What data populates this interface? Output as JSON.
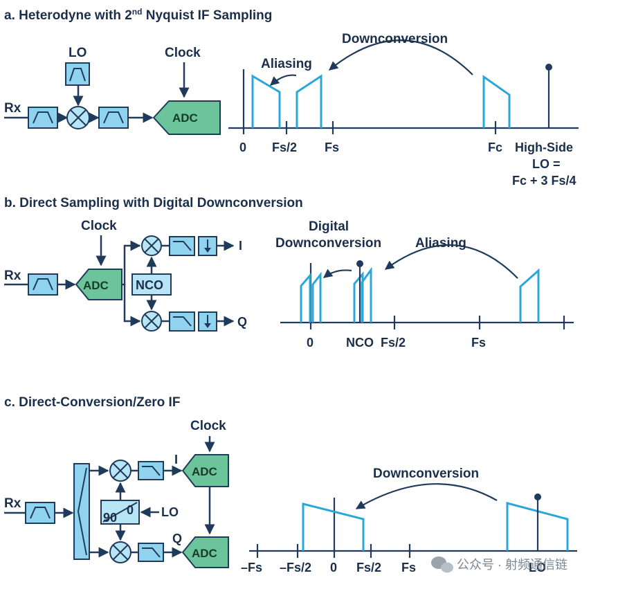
{
  "panel_a": {
    "title": "a. Heterodyne with 2",
    "title_sup": "nd",
    "title_rest": " Nyquist IF Sampling",
    "rx": "Rx",
    "lo": "LO",
    "clock": "Clock",
    "adc": "ADC",
    "downconversion": "Downconversion",
    "aliasing": "Aliasing",
    "tick_0": "0",
    "tick_fs2": "Fs/2",
    "tick_fs": "Fs",
    "tick_fc": "Fc",
    "hs_line1": "High-Side",
    "hs_line2": "LO =",
    "hs_line3": "Fc + 3 Fs/4"
  },
  "panel_b": {
    "title": "b. Direct Sampling with Digital Downconversion",
    "rx": "Rx",
    "clock": "Clock",
    "adc": "ADC",
    "nco": "NCO",
    "out_i": "I",
    "out_q": "Q",
    "digital": "Digital",
    "downconversion": "Downconversion",
    "aliasing": "Aliasing",
    "tick_0": "0",
    "tick_nco": "NCO",
    "tick_fs2": "Fs/2",
    "tick_fs": "Fs"
  },
  "panel_c": {
    "title": "c. Direct-Conversion/Zero IF",
    "rx": "Rx",
    "clock": "Clock",
    "adc_i": "ADC",
    "adc_q": "ADC",
    "lbl_i": "I",
    "lbl_q": "Q",
    "phase_0": "0",
    "phase_90": "90",
    "lo": "LO",
    "downconversion": "Downconversion",
    "tick_mfs": "–Fs",
    "tick_mfs2": "–Fs/2",
    "tick_0": "0",
    "tick_fs2": "Fs/2",
    "tick_fs": "Fs",
    "tick_lo": "LO"
  },
  "watermark": "公众号 · 射频通信链",
  "colors": {
    "spectrum": "#29a8d8",
    "filter": "#8fd3ee",
    "adc": "#6cc59a",
    "ink": "#1f3a5a"
  }
}
